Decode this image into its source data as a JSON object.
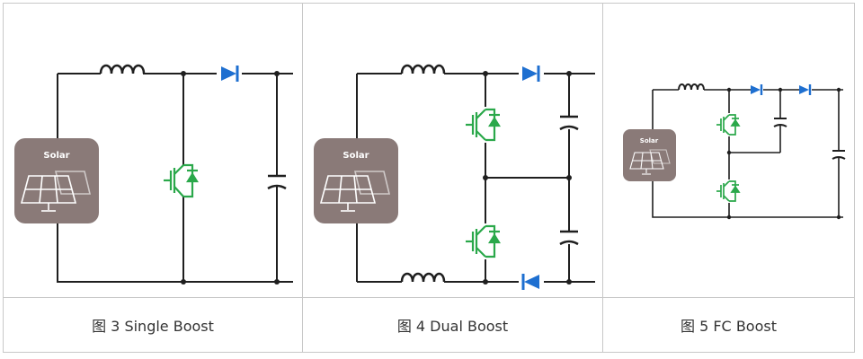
{
  "figures": [
    {
      "caption": "图 3 Single Boost",
      "panel_label": "Solar"
    },
    {
      "caption": "图 4 Dual Boost",
      "panel_label": "Solar"
    },
    {
      "caption": "图 5 FC Boost",
      "panel_label": "Solar"
    }
  ],
  "colors": {
    "wire": "#1f1f1f",
    "diode": "#1e6fd0",
    "igbt": "#2aa84a",
    "panel_bg": "#8a7a78",
    "panel_grid": "#ffffff"
  }
}
